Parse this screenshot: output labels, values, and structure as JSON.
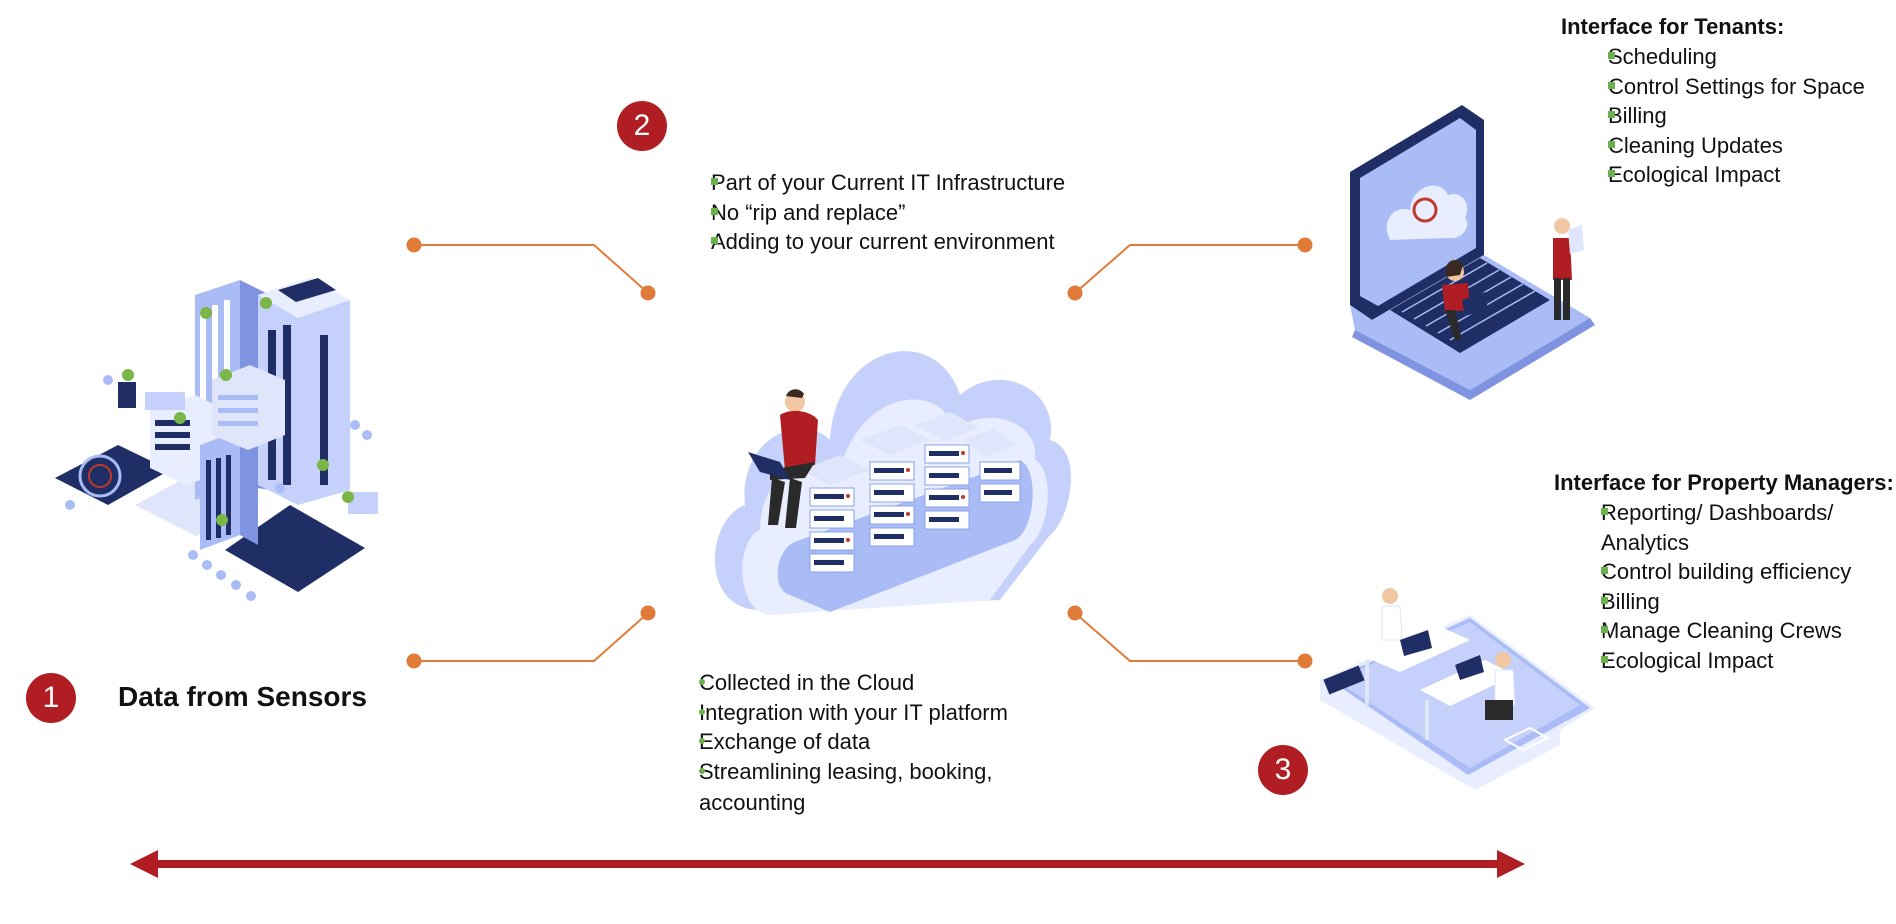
{
  "colors": {
    "accent_red": "#b01e23",
    "connector_orange": "#e07b39",
    "bullet_green": "#6ab04c",
    "illustration_blue": "#aabcf5",
    "illustration_navy": "#1f2f66"
  },
  "step1": {
    "number": "1",
    "title": "Data from Sensors",
    "illustration": "smart-buildings-illustration"
  },
  "step2": {
    "number": "2",
    "top_items": [
      "Part of your Current IT Infrastructure",
      "No “rip and replace”",
      "Adding to your current environment"
    ],
    "bottom_items": [
      "Collected in the Cloud",
      " Integration with your IT platform",
      " Exchange of data",
      " Streamlining leasing, booking,",
      "accounting"
    ],
    "illustration": "cloud-server-illustration"
  },
  "step3": {
    "number": "3",
    "illustration": "mobile-office-illustration"
  },
  "tenants": {
    "heading": "Interface for Tenants:",
    "items": [
      "Scheduling",
      "Control Settings for Space",
      "Billing",
      "Cleaning Updates",
      "Ecological Impact"
    ],
    "illustration": "laptop-cloud-illustration"
  },
  "managers": {
    "heading": "Interface for Property Managers:",
    "items": [
      "Reporting/ Dashboards/",
      "Analytics",
      "Control building efficiency",
      "Billing",
      "Manage Cleaning Crews",
      "Ecological Impact"
    ]
  }
}
